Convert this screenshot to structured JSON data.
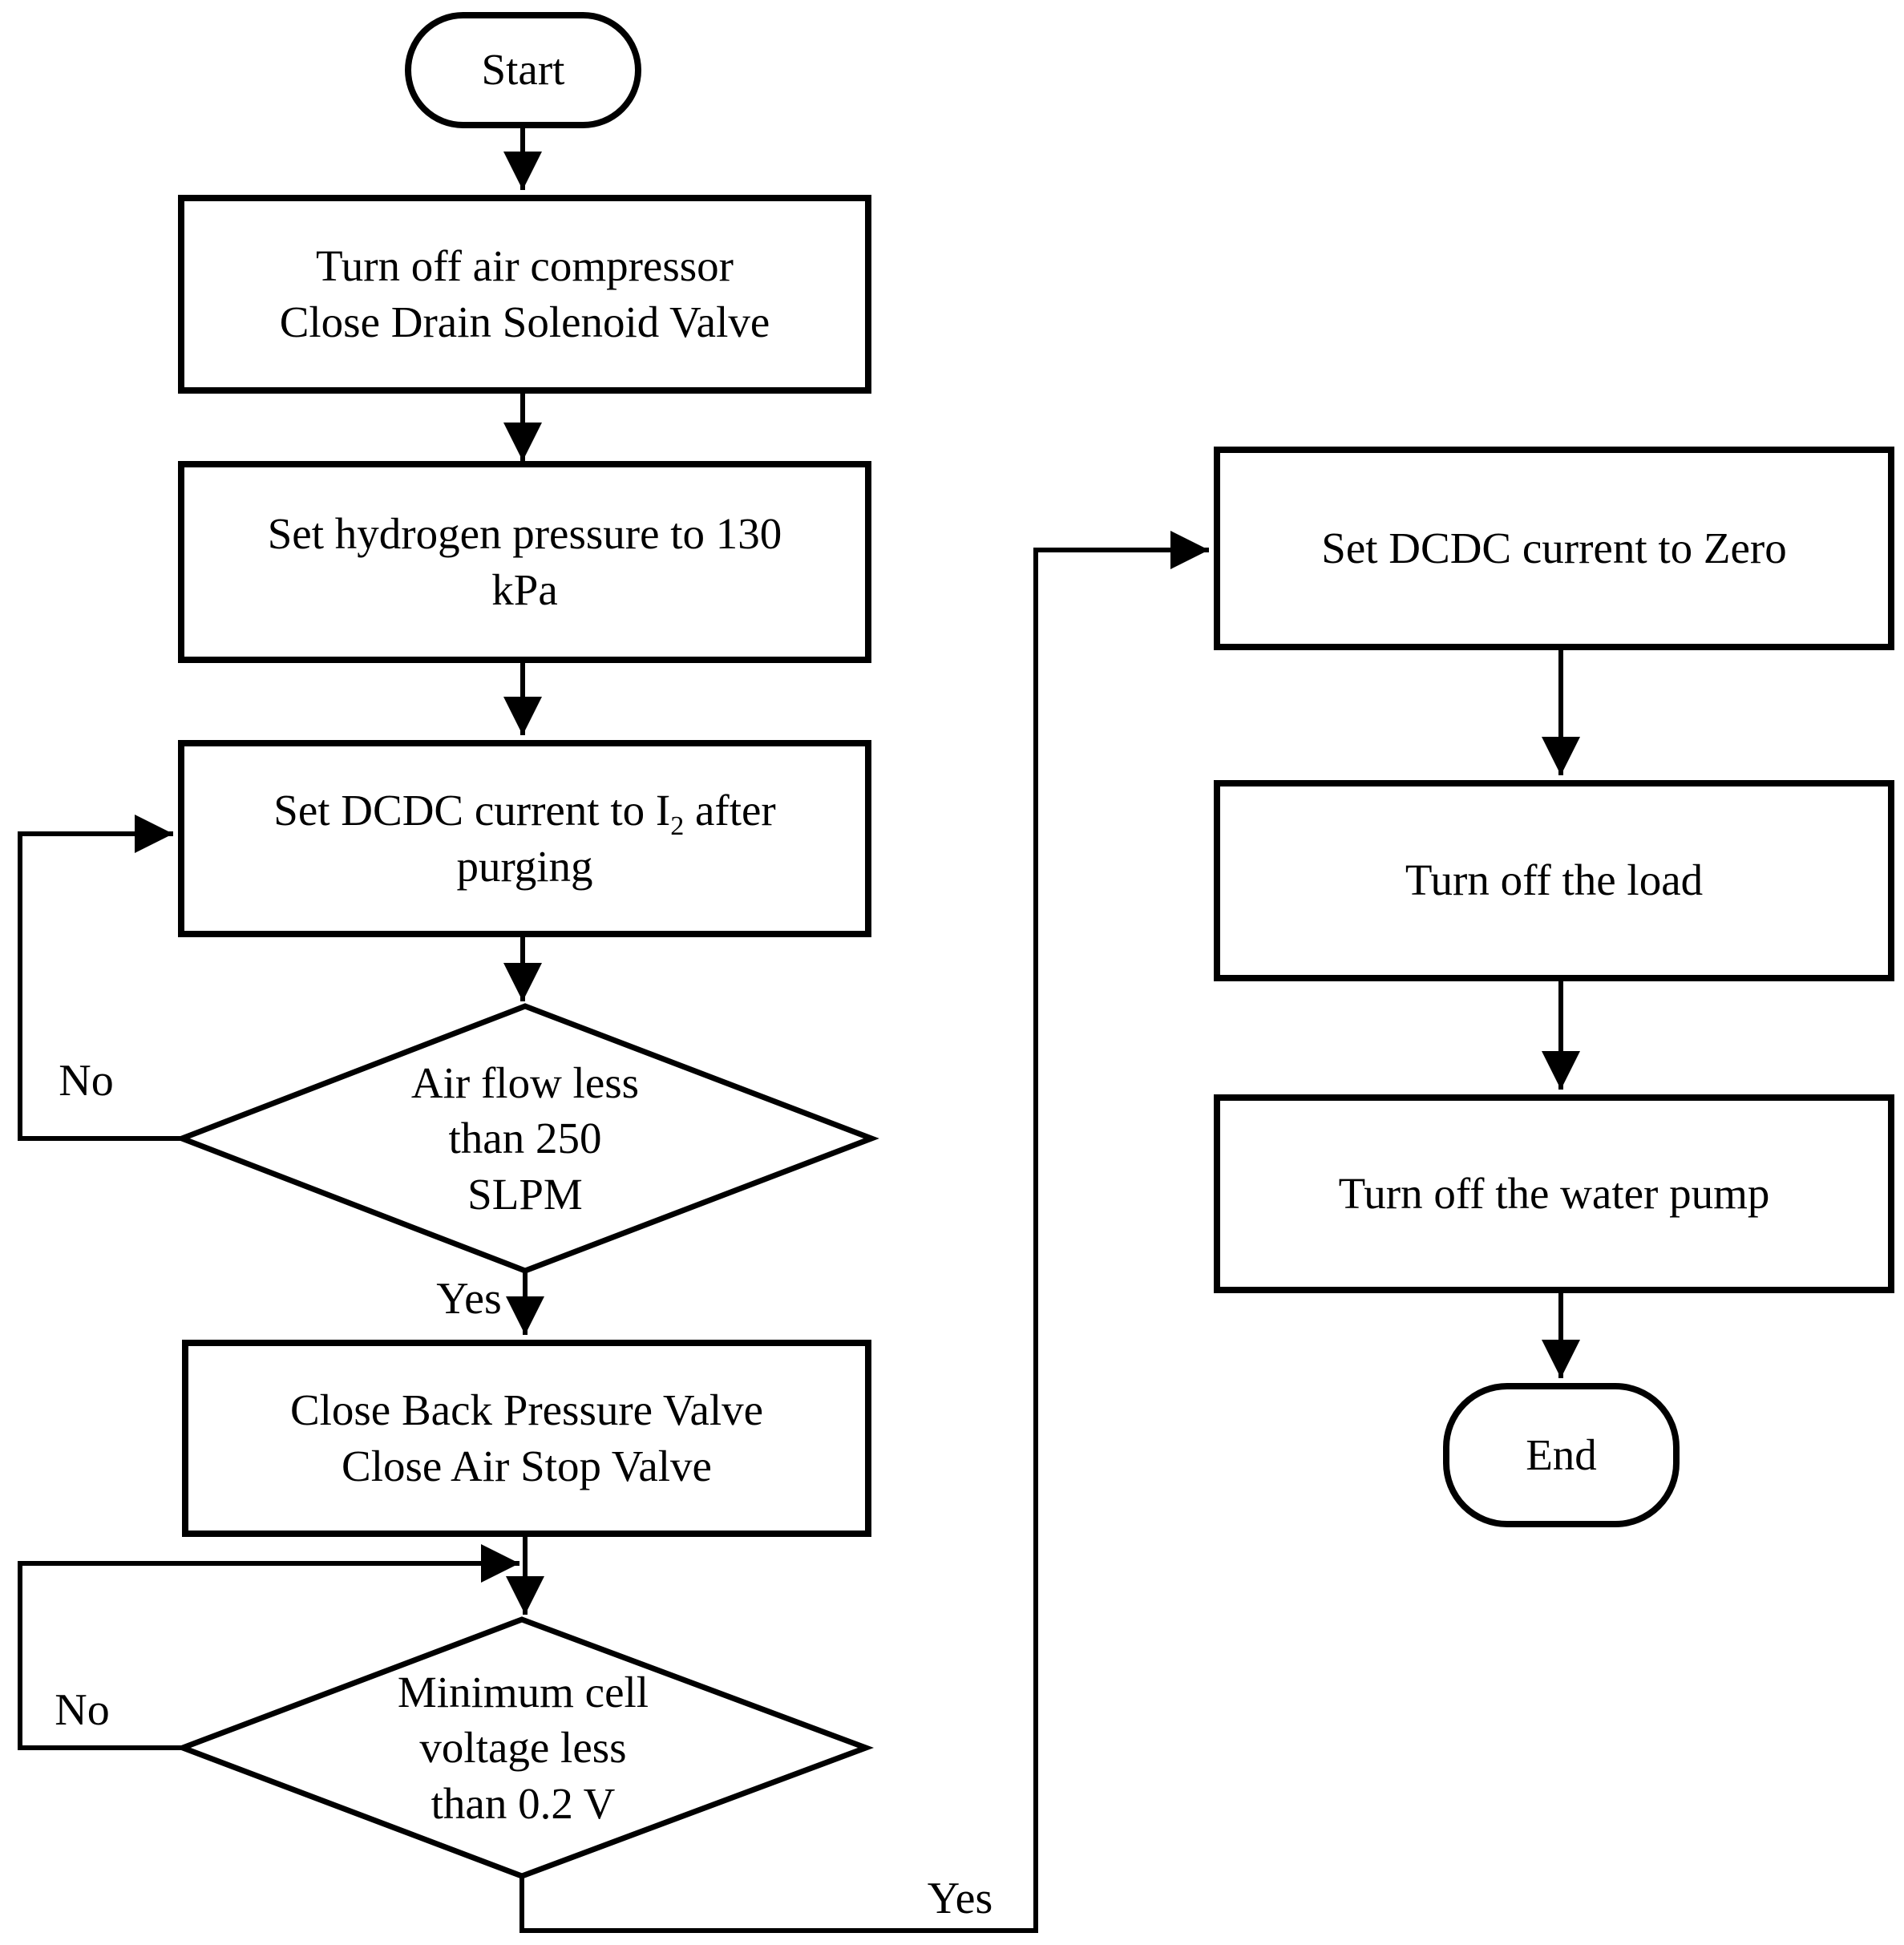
{
  "flow": {
    "start": {
      "label": "Start"
    },
    "b1": {
      "line1": "Turn off air compressor",
      "line2": "Close Drain Solenoid Valve"
    },
    "b2": {
      "line1": "Set hydrogen pressure to 130",
      "line2": "kPa"
    },
    "b3": {
      "line1_pre": "Set DCDC current to I",
      "line1_sub": "2",
      "line1_post": " after",
      "line2": "purging"
    },
    "d1": {
      "line1": "Air flow less",
      "line2": "than 250",
      "line3": "SLPM"
    },
    "b4": {
      "line1": "Close Back Pressure Valve",
      "line2": "Close Air Stop Valve"
    },
    "d2": {
      "line1": "Minimum cell",
      "line2": "voltage less",
      "line3": "than 0.2 V"
    },
    "r1": {
      "text": "Set DCDC current to Zero"
    },
    "r2": {
      "text": "Turn off the load"
    },
    "r3": {
      "text": "Turn off the water pump"
    },
    "end": {
      "label": "End"
    },
    "labels": {
      "no1": "No",
      "yes1": "Yes",
      "no2": "No",
      "yes2": "Yes"
    }
  },
  "colors": {
    "stroke": "#000000",
    "background": "#ffffff"
  }
}
